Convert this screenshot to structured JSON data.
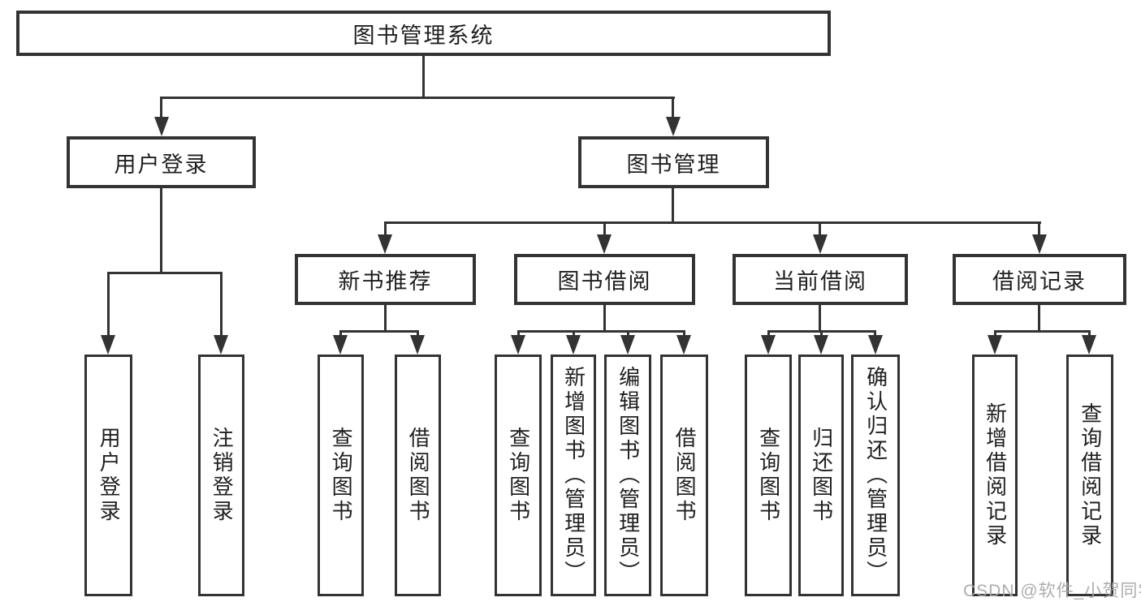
{
  "nodes": {
    "root": "图书管理系统",
    "level2": [
      "用户登录",
      "图书管理"
    ],
    "level3": [
      "新书推荐",
      "图书借阅",
      "当前借阅",
      "借阅记录"
    ],
    "leaves": [
      "用户登录",
      "注销登录",
      "查询图书",
      "借阅图书",
      "查询图书",
      "新增图书（管理员）",
      "编辑图书（管理员）",
      "借阅图书",
      "查询图书",
      "归还图书",
      "确认归还（管理员）",
      "新增借阅记录",
      "查询借阅记录"
    ]
  },
  "watermark": "CSDN @软件_小贺同学",
  "colors": {
    "line": "#333333",
    "box_background": "#ffffff",
    "text": "#1f1f1f",
    "watermark": "#a6a6a6"
  }
}
